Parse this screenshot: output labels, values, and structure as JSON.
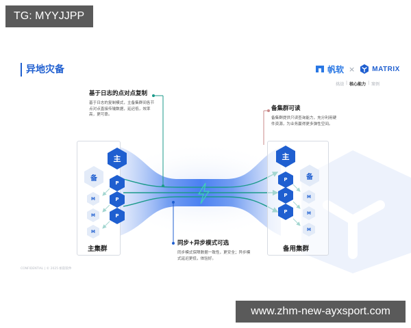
{
  "watermarks": {
    "top_left": "TG: MYYJJPP",
    "bottom_right": "www.zhm-new-ayxsport.com"
  },
  "slide": {
    "title": "异地灾备",
    "brand": {
      "left_name": "帆软",
      "separator": "×",
      "right_name": "MATRIX"
    },
    "breadcrumb": [
      "挑战",
      "核心能力",
      "案例"
    ],
    "breadcrumb_active": 1,
    "footer_note": "CONFIDENTIAL | © 2025 帆软软件"
  },
  "callouts": {
    "log_replication": {
      "title": "基于日志的点对点复制",
      "body": "基于日志的复制模式，主备集群间各节点对点直接传输数据，延迟低，效率高，更可靠。"
    },
    "standby_readable": {
      "title": "备集群可读",
      "body": "备集群提供只读查询能力，充分利用硬件资源，为业务赢得更多弹性空间。"
    },
    "sync_async": {
      "title": "同步+异步模式可选",
      "body": "同步模式保障数据一致性，更安全；异步模式延迟更低，体验好。"
    }
  },
  "clusters": {
    "primary": {
      "label": "主集群",
      "leader": "主",
      "standby": "备",
      "p_nodes": [
        "P",
        "P",
        "P"
      ],
      "m_nodes": [
        "M",
        "M",
        "M"
      ]
    },
    "backup": {
      "label": "备用集群",
      "leader": "主",
      "standby": "备",
      "p_nodes": [
        "P",
        "P",
        "P"
      ],
      "m_nodes": [
        "M",
        "M",
        "M"
      ]
    }
  },
  "colors": {
    "brand_blue": "#1f5fd0",
    "teal_arrow": "#1a9a8a",
    "pink_accent": "#c98a8a",
    "light_hex": "#e3ebf8"
  }
}
